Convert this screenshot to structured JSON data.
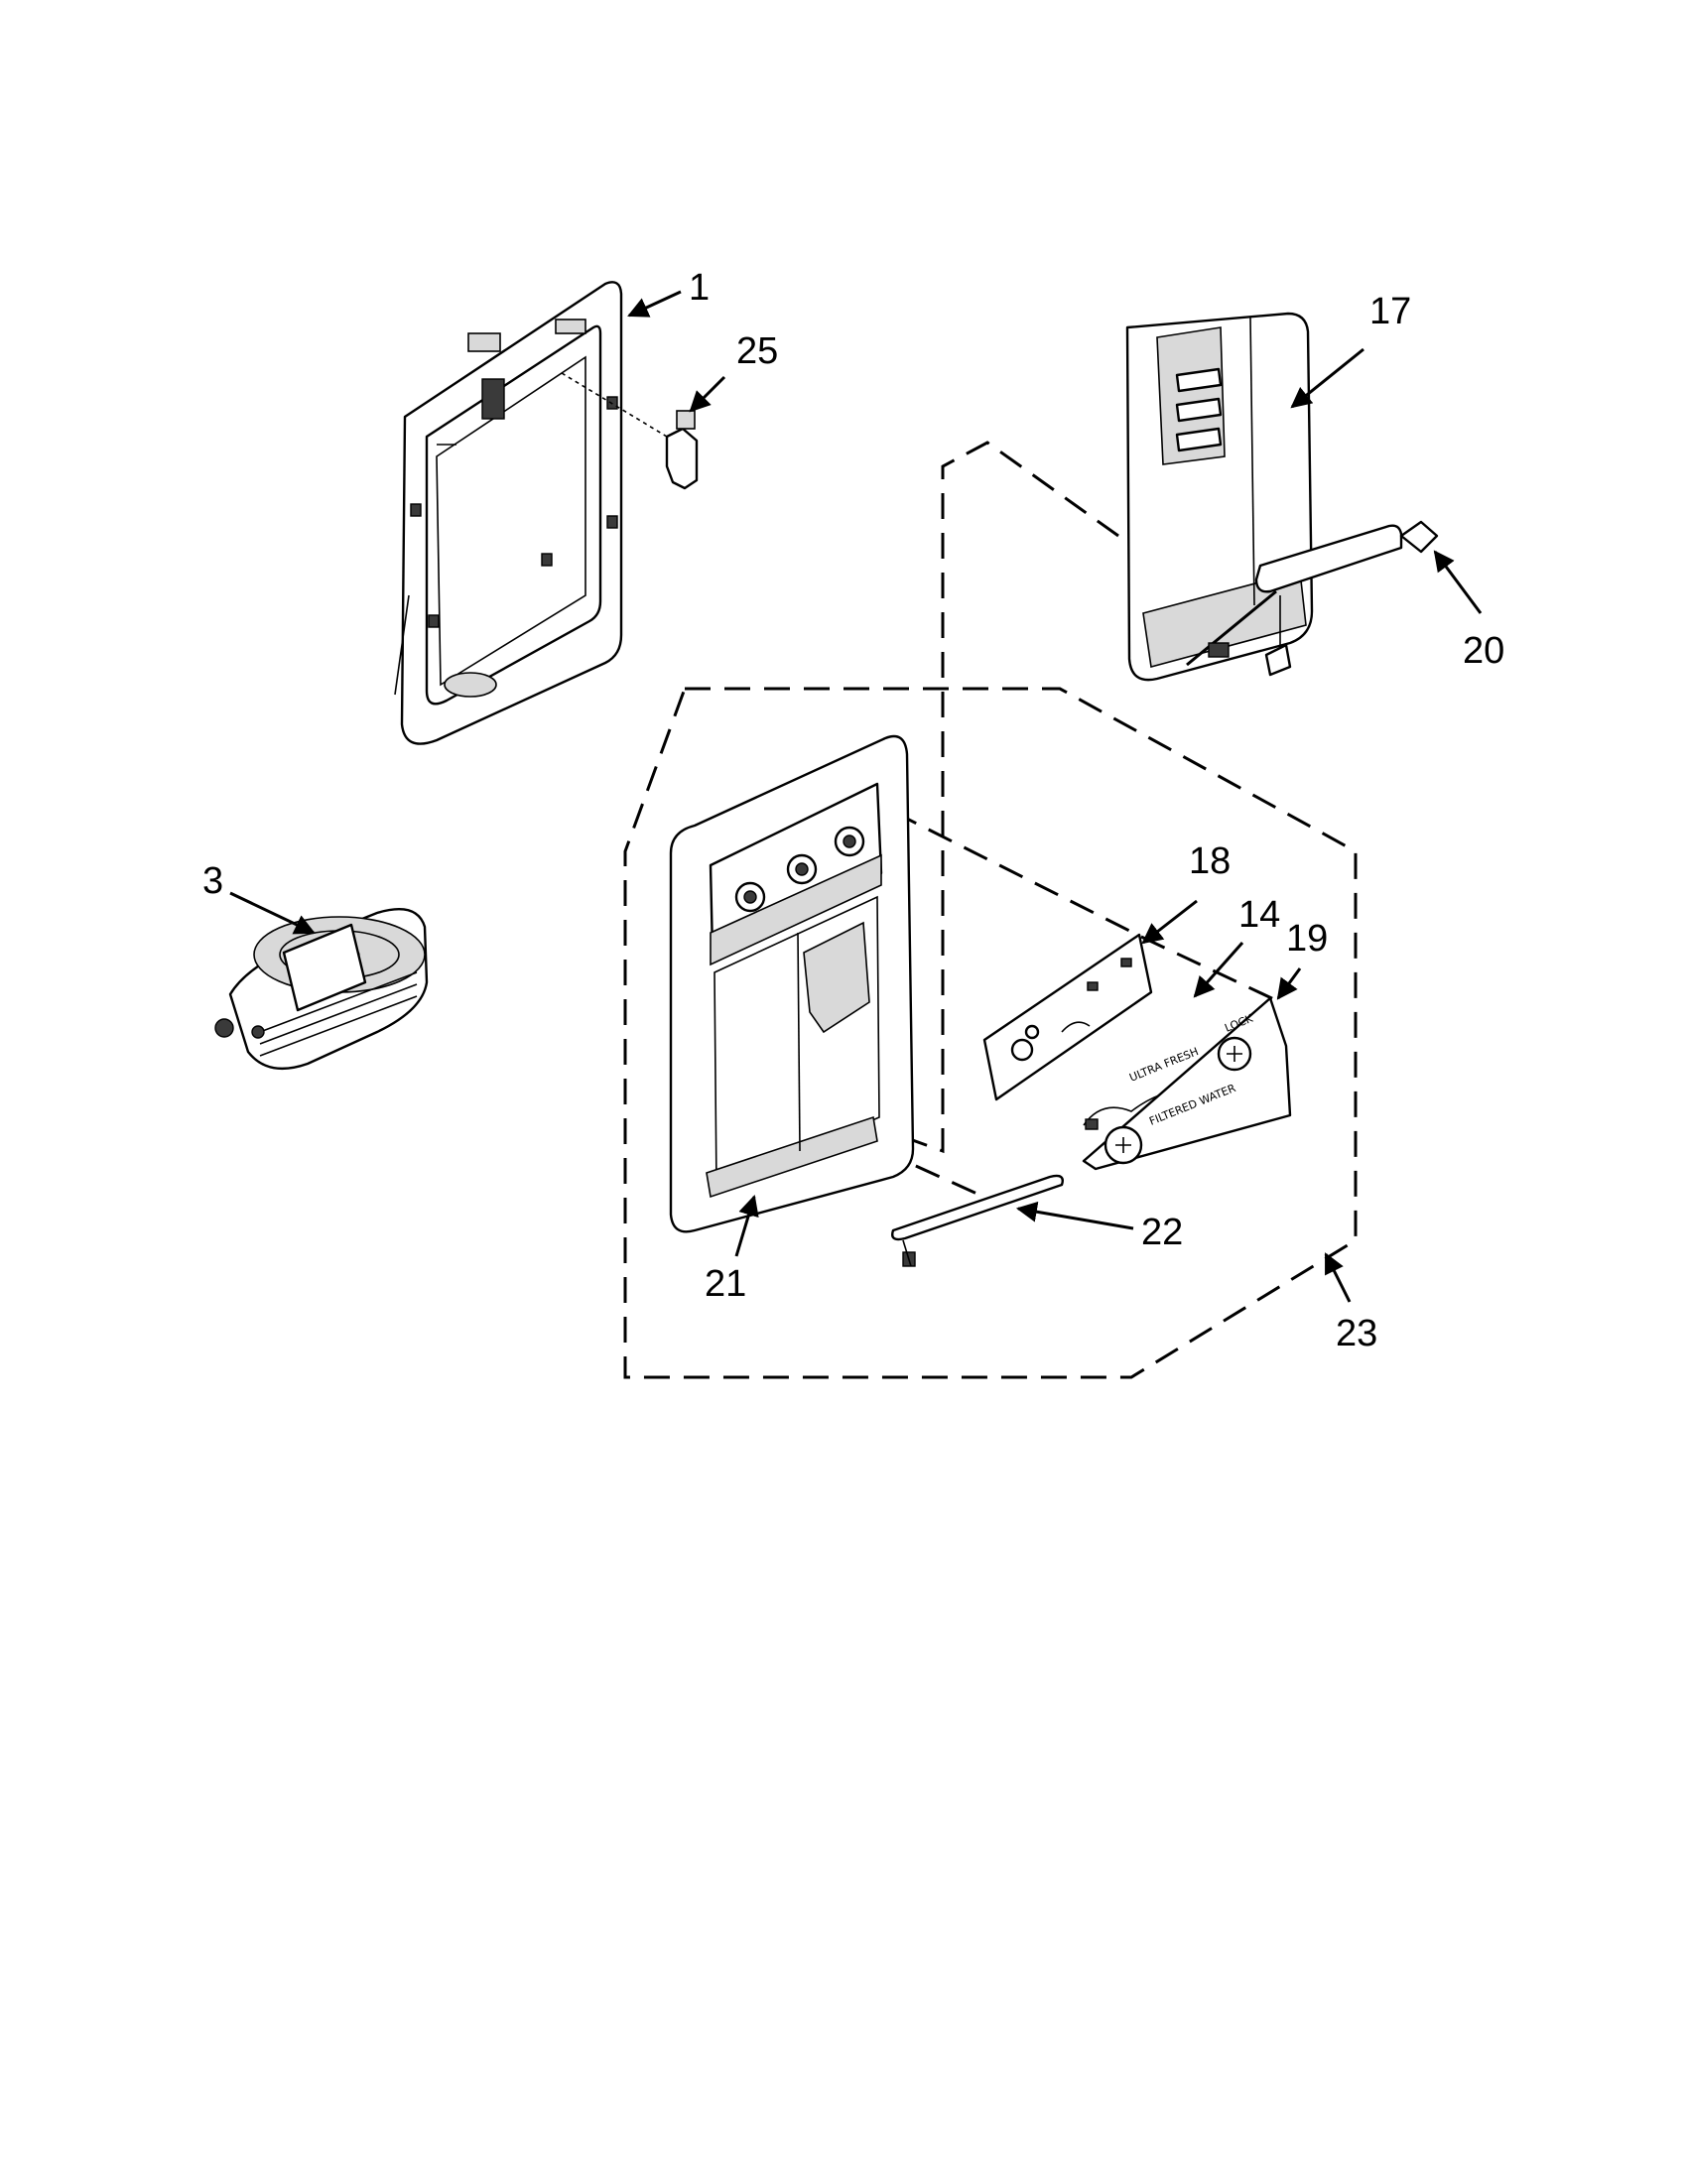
{
  "diagram": {
    "callouts": [
      {
        "id": "1",
        "label": "1"
      },
      {
        "id": "25",
        "label": "25"
      },
      {
        "id": "17",
        "label": "17"
      },
      {
        "id": "20",
        "label": "20"
      },
      {
        "id": "3",
        "label": "3"
      },
      {
        "id": "18",
        "label": "18"
      },
      {
        "id": "14",
        "label": "14"
      },
      {
        "id": "19",
        "label": "19"
      },
      {
        "id": "21",
        "label": "21"
      },
      {
        "id": "22",
        "label": "22"
      },
      {
        "id": "23",
        "label": "23"
      }
    ],
    "panel_text": {
      "ultra_fresh": "ULTRA FRESH",
      "filtered_water": "FILTERED WATER",
      "lock": "LOCK"
    },
    "colors": {
      "ink": "#000000",
      "paper": "#ffffff",
      "shade": "#d9d9d9"
    }
  }
}
